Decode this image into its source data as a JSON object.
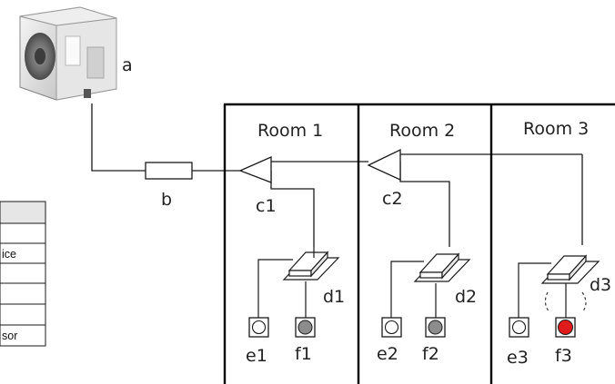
{
  "rooms": [
    "Room 1",
    "Room 2",
    "Room 3"
  ],
  "labels": {
    "a": "a",
    "b": "b",
    "c1": "c1",
    "c2": "c2",
    "d1": "d1",
    "d2": "d2",
    "d3": "d3",
    "e1": "e1",
    "e2": "e2",
    "e3": "e3",
    "f1": "f1",
    "f2": "f2",
    "f3": "f3"
  },
  "legend": {
    "rows": [
      "",
      "",
      "ice",
      "",
      "",
      "",
      "sor"
    ]
  },
  "colors": {
    "sensor_normal": "#8c8c8c",
    "sensor_alert": "#e01b1b",
    "line": "#1a1a1a",
    "legend_header": "#e6e6e6"
  },
  "icons": {
    "outdoor_unit": "outdoor-unit-icon",
    "indoor_unit": "ceiling-cassette-icon",
    "branch": "refnet-joint-icon",
    "controller": "remote-controller-icon",
    "sensor": "leak-sensor-icon"
  }
}
